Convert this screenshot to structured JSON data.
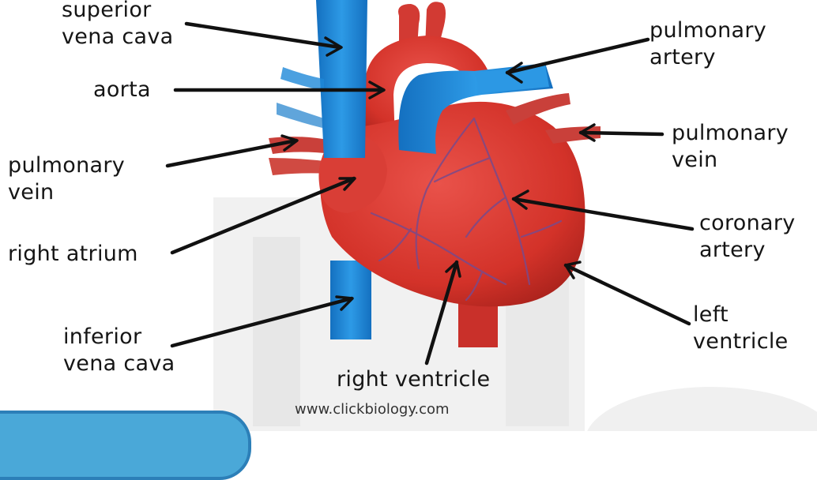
{
  "diagram": {
    "labels": {
      "superior_vena_cava": [
        "superior",
        "vena cava"
      ],
      "aorta": [
        "aorta"
      ],
      "pulmonary_vein_left": [
        "pulmonary",
        "vein"
      ],
      "right_atrium": [
        "right atrium"
      ],
      "inferior_vena_cava": [
        "inferior",
        "vena cava"
      ],
      "right_ventricle": [
        "right ventricle"
      ],
      "pulmonary_artery": [
        "pulmonary",
        "artery"
      ],
      "pulmonary_vein_right": [
        "pulmonary",
        "vein"
      ],
      "coronary_artery": [
        "coronary",
        "artery"
      ],
      "left_ventricle": [
        "left",
        "ventricle"
      ]
    },
    "credit": "www.clickbiology.com"
  },
  "colors": {
    "heart_red": "#d8352e",
    "vessel_blue": "#1e88d8",
    "text": "#151515",
    "arrow": "#111111"
  }
}
